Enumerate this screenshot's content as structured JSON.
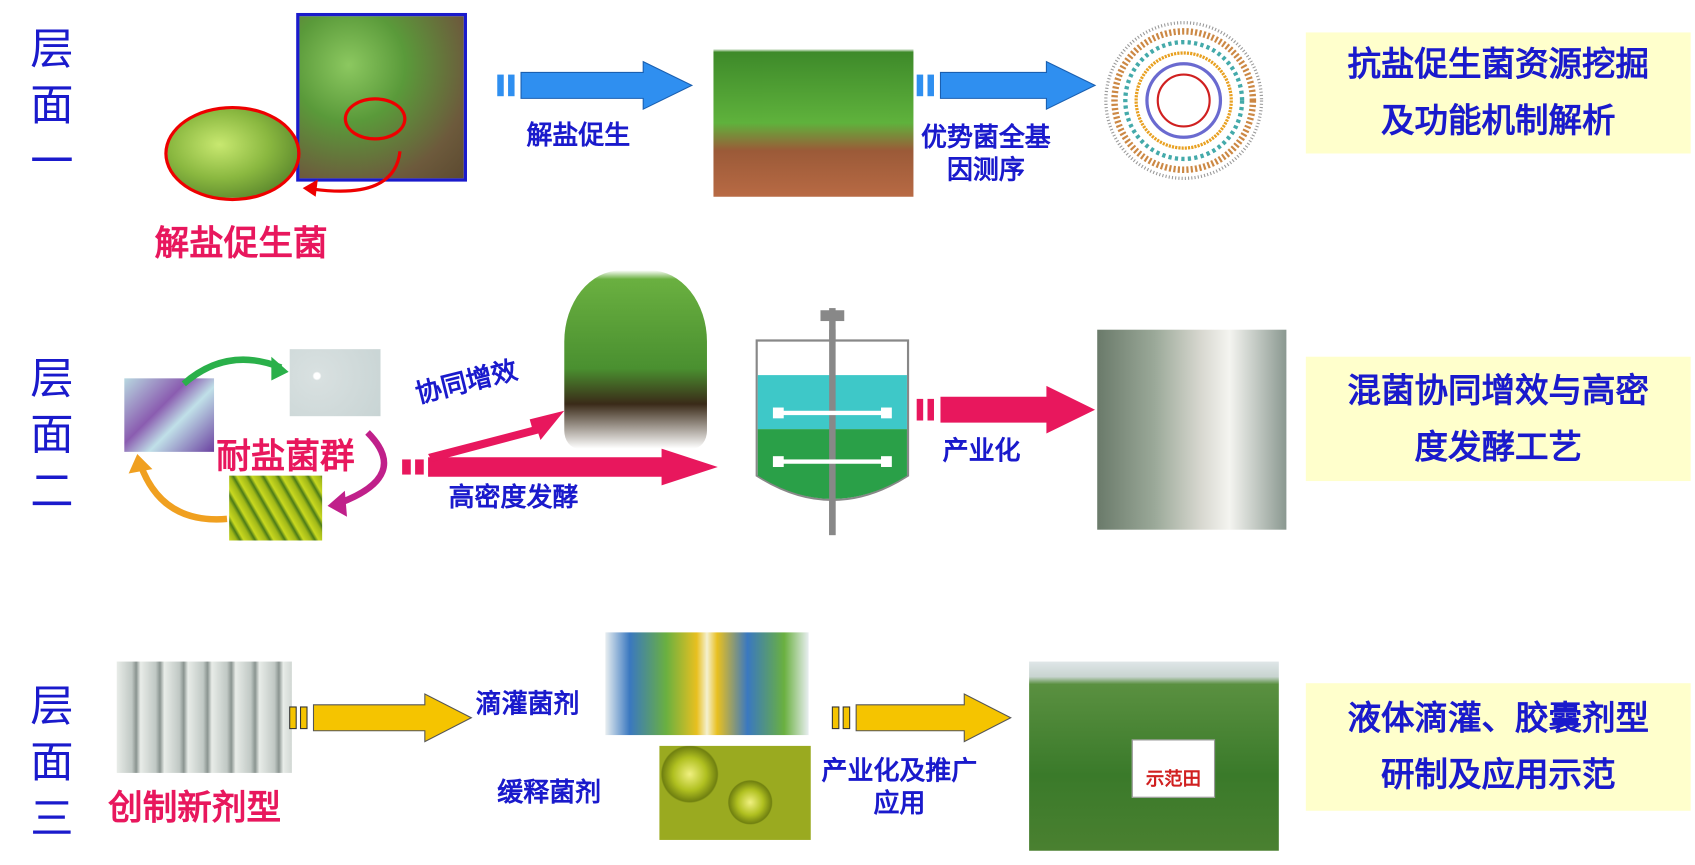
{
  "levels": [
    "层面一",
    "层面二",
    "层面三"
  ],
  "row1": {
    "bacteria_label": "解盐促生菌",
    "arrow1_label": "解盐促生",
    "arrow2_label_line1": "优势菌全基",
    "arrow2_label_line2": "因测序",
    "summary_line1": "抗盐促生菌资源挖掘",
    "summary_line2": "及功能机制解析"
  },
  "row2": {
    "group_label": "耐盐菌群",
    "arrow_up_label": "协同增效",
    "arrow_flat_label": "高密度发酵",
    "arrow2_label": "产业化",
    "summary_line1": "混菌协同增效与高密",
    "summary_line2": "度发酵工艺"
  },
  "row3": {
    "new_form_label": "创制新剂型",
    "drip_label": "滴灌菌剂",
    "slow_label": "缓释菌剂",
    "arrow2_label_line1": "产业化及推广",
    "arrow2_label_line2": "应用",
    "field_sign": "示范田",
    "summary_line1": "液体滴灌、胶囊剂型",
    "summary_line2": "研制及应用示范"
  },
  "colors": {
    "blue_text": "#1a1acc",
    "red_text": "#e8175d",
    "arrow_blue": "#2f8ff0",
    "arrow_pink": "#e8175d",
    "arrow_yellow": "#f5c400",
    "box_bg": "#ffffcc"
  }
}
